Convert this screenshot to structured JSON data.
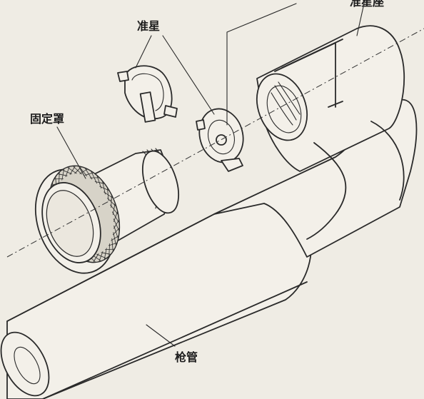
{
  "labels": {
    "front_sight": "准星",
    "fixed_cover": "固定罩",
    "barrel": "枪管",
    "sight_base": "准星座"
  }
}
